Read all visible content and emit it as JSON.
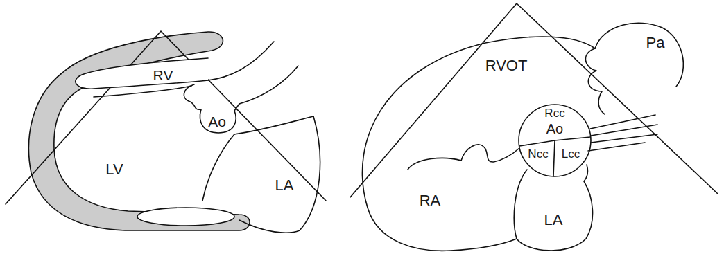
{
  "diagram": {
    "labels": [
      "RV",
      "Ao",
      "LV",
      "LA",
      "RVOT",
      "Pa",
      "Rcc",
      "Ao",
      "Ncc",
      "Lcc",
      "RA",
      "LA"
    ]
  }
}
